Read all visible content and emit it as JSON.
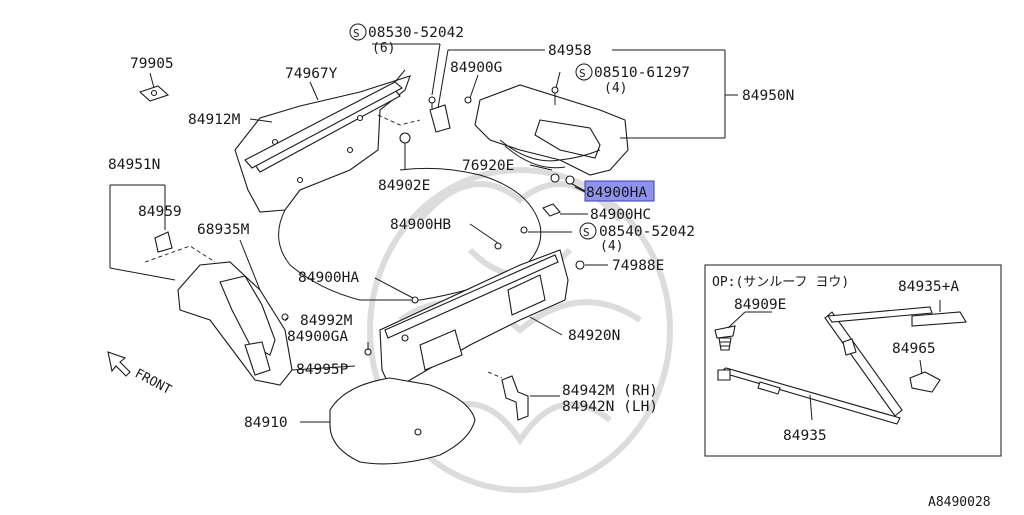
{
  "diagram_id": "A8490028",
  "labels": {
    "screw_08530_52042": "08530-52042",
    "screw_08530_52042_qty": "(6)",
    "part_84958": "84958",
    "part_79905": "79905",
    "part_74967Y": "74967Y",
    "part_84900G": "84900G",
    "screw_08510_61297": "08510-61297",
    "screw_08510_61297_qty": "(4)",
    "part_84950N": "84950N",
    "part_84912M": "84912M",
    "part_76920E": "76920E",
    "part_84900HA_top": "84900HA",
    "part_84902E": "84902E",
    "part_84951N": "84951N",
    "part_84959": "84959",
    "part_84900HC": "84900HC",
    "part_68935M": "68935M",
    "part_84900HB": "84900HB",
    "screw_08540_52042": "08540-52042",
    "screw_08540_52042_qty": "(4)",
    "part_74988E": "74988E",
    "part_84900HA_bottom": "84900HA",
    "part_84992M": "84992M",
    "part_84900GA": "84900GA",
    "part_84920N": "84920N",
    "part_84995P": "84995P",
    "part_84942M": "84942M (RH)",
    "part_84942N": "84942N (LH)",
    "part_84910": "84910",
    "front_label": "FRONT",
    "inset_title": "OP:(サンルーフ  ヨウ)",
    "part_84909E": "84909E",
    "part_84935A": "84935+A",
    "part_84965": "84965",
    "part_84935": "84935",
    "screw_symbol": "S"
  },
  "highlight": {
    "target": "part_84900HA_top",
    "color": "#8f93ee"
  }
}
